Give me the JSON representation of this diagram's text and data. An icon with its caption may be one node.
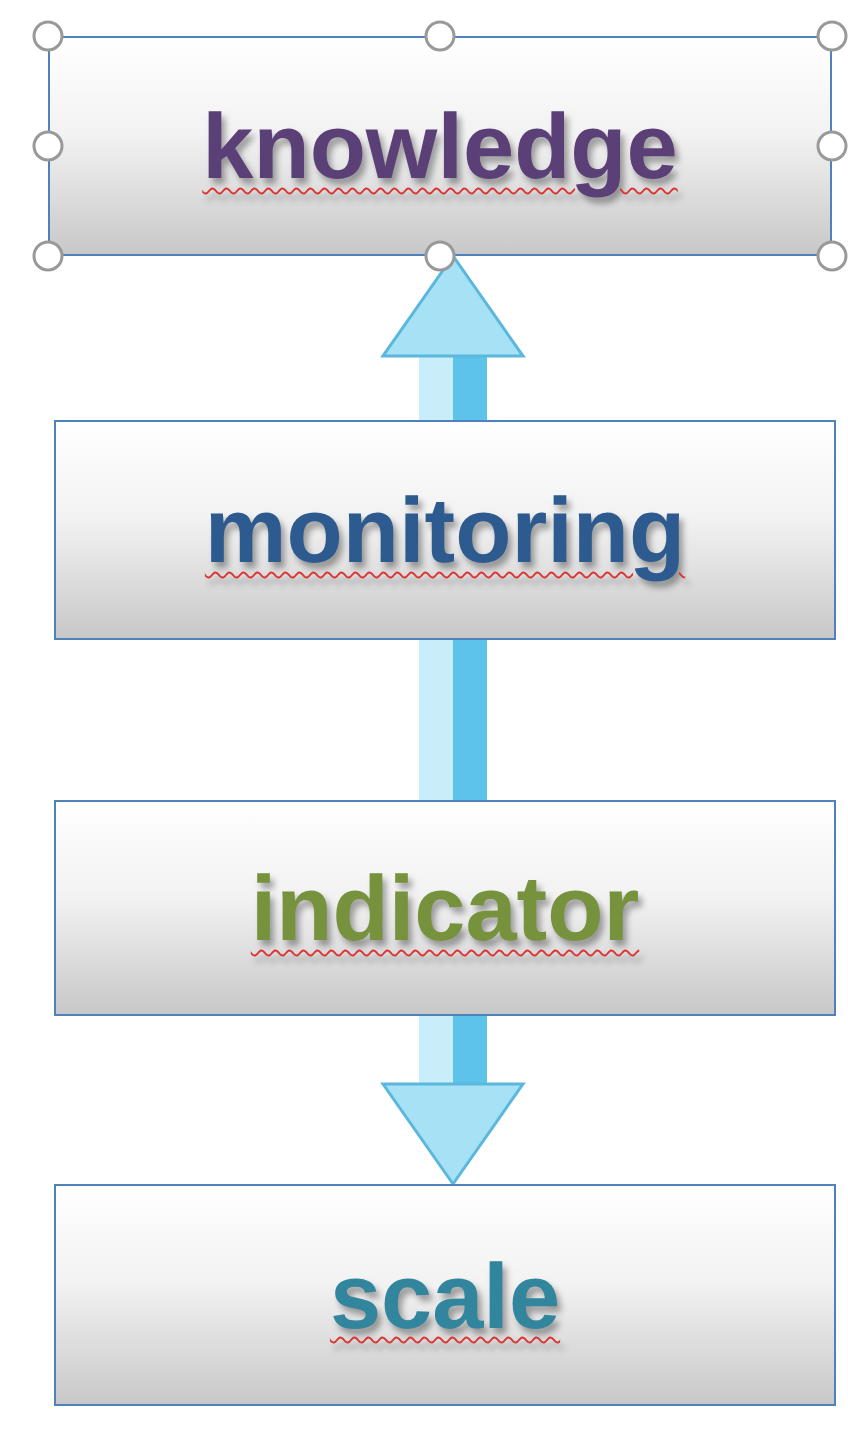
{
  "diagram": {
    "nodes": [
      {
        "text": [
          "knowledge"
        ]
      },
      {
        "text": [
          "monitoring"
        ]
      },
      {
        "text": [
          "indicator"
        ]
      },
      {
        "text": [
          "scale"
        ]
      }
    ],
    "edges": [
      {
        "from": 1,
        "to": 0,
        "arrow": "to",
        "style": "thick"
      },
      {
        "from": 1,
        "to": 2,
        "arrow": "none",
        "style": "thick"
      },
      {
        "from": 2,
        "to": 3,
        "arrow": "to",
        "style": "thick"
      }
    ]
  }
}
